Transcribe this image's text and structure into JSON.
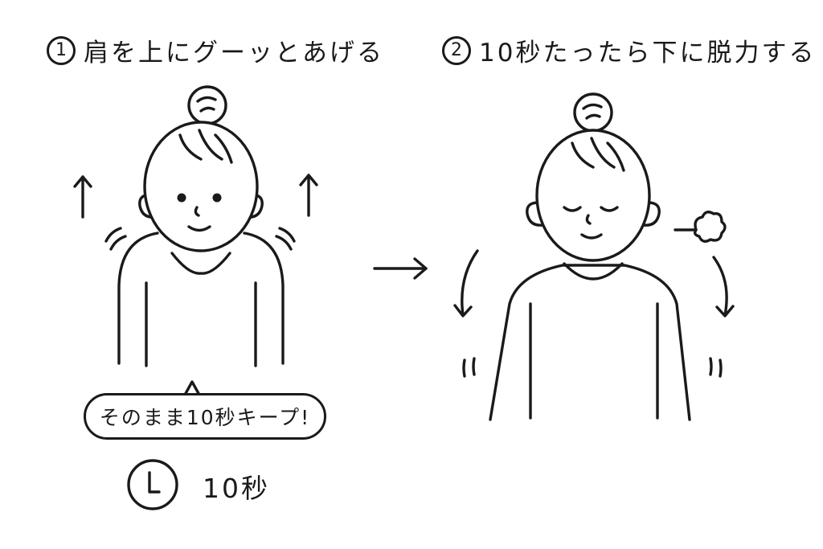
{
  "steps": [
    {
      "number": "1",
      "title": "肩を上にグーッとあげる"
    },
    {
      "number": "2",
      "title": "10秒たったら下に脱力する"
    }
  ],
  "bubble_text": "そのまま10秒キープ!",
  "timer_label": "10秒",
  "icons": [
    "up-arrow-icon",
    "right-arrow-icon",
    "down-arrow-icon",
    "clock-icon",
    "breath-puff-icon"
  ],
  "colors": {
    "ink": "#1a1a1a",
    "background": "#ffffff"
  }
}
